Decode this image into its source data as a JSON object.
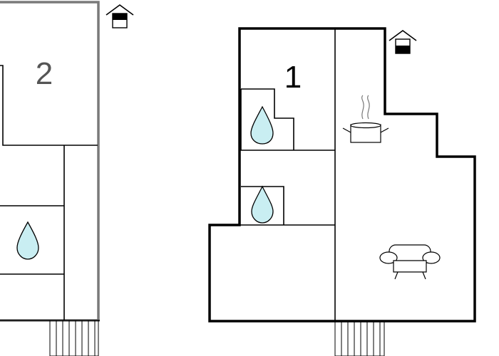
{
  "floors": [
    {
      "id": "floor-2",
      "label": "2",
      "label_color": "#555555",
      "wall_color": "#7a7a7a"
    },
    {
      "id": "floor-1",
      "label": "1",
      "label_color": "#000000",
      "wall_color": "#000000"
    }
  ],
  "colors": {
    "water_fill": "#c9eef2",
    "line": "#000000",
    "grey_wall": "#7a7a7a",
    "background": "#ffffff"
  },
  "icons": {
    "entrance": "house-entrance-icon",
    "bathroom": "water-drop-icon",
    "kitchen": "cooking-pot-icon",
    "living": "sofa-icon",
    "stairs": "stairs-icon"
  }
}
